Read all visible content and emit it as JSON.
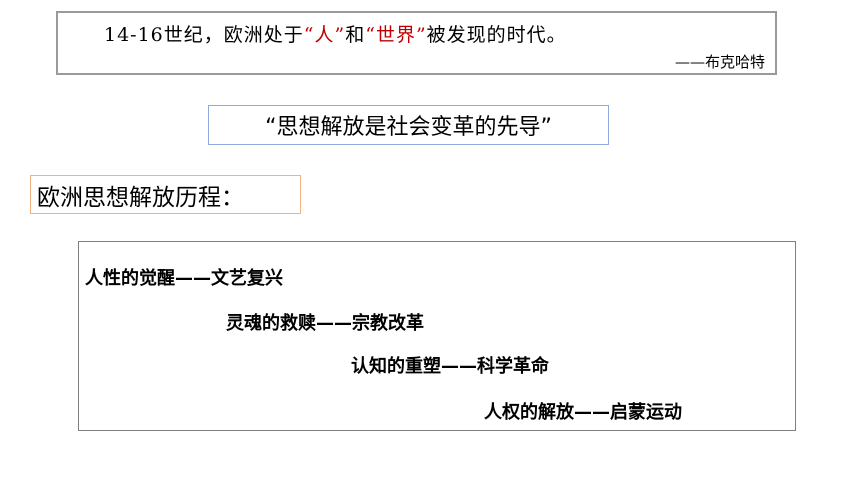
{
  "quote": {
    "part1": "14-16世纪，欧洲处于",
    "highlight1": "“人”",
    "part2": "和",
    "highlight2": "“世界”",
    "part3": "被发现的时代。",
    "attribution": "——布克哈特"
  },
  "motto": "“思想解放是社会变革的先导”",
  "section_title": "欧洲思想解放历程：",
  "stages": [
    "人性的觉醒——文艺复兴",
    "灵魂的救赎——宗教改革",
    "认知的重塑——科学革命",
    "人权的解放——启蒙运动"
  ],
  "colors": {
    "highlight": "#c00000",
    "motto_border": "#8faadc",
    "title_border": "#f4b183"
  }
}
